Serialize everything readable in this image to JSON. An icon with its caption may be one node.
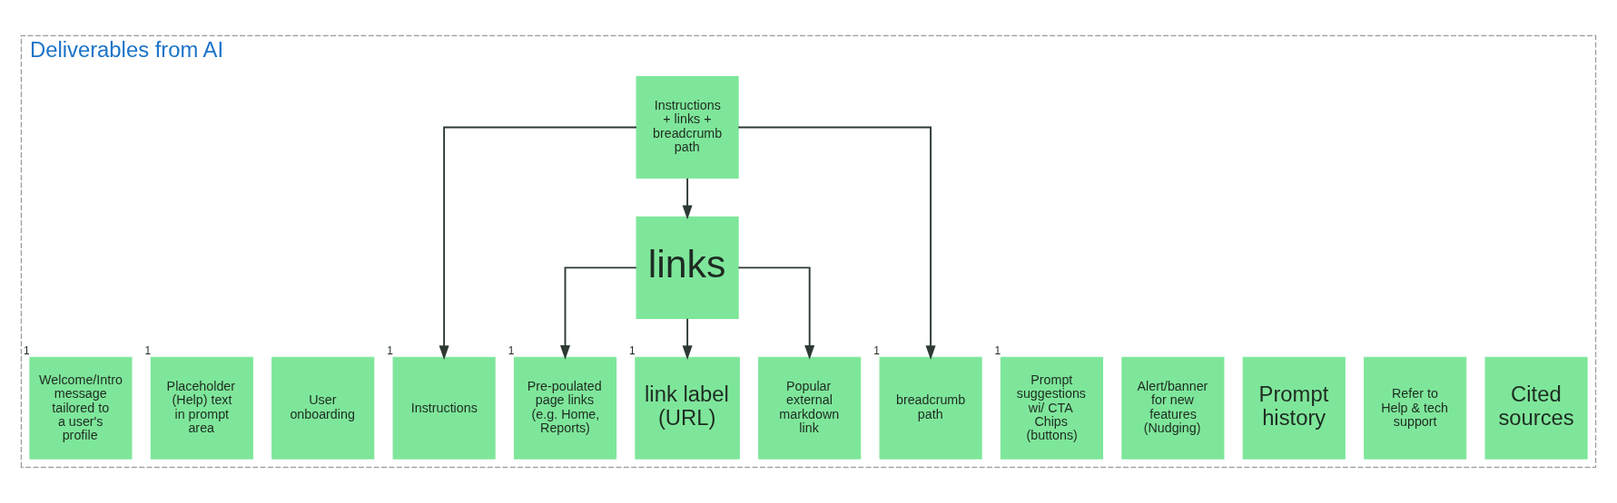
{
  "diagram": {
    "nodes": [
      {
        "text": [
          "Deliverables from AI"
        ]
      },
      {
        "text": [
          "Instructions + links + breadcrumb path"
        ],
        "in": 0
      },
      {
        "text": [
          "links"
        ],
        "in": 0
      },
      {
        "text": [
          "Welcome/Intro message tailored to a user's profile"
        ],
        "beside": [
          "1"
        ],
        "in": 0
      },
      {
        "text": [
          "Placeholder (Help) text in prompt area"
        ],
        "beside": [
          "1"
        ],
        "in": 0
      },
      {
        "text": [
          "User onboarding"
        ],
        "in": 0
      },
      {
        "text": [
          "Instructions"
        ],
        "beside": [
          "1"
        ],
        "in": 0
      },
      {
        "text": [
          "Pre-poulated page links (e.g. Home, Reports)"
        ],
        "beside": [
          "1"
        ],
        "in": 0
      },
      {
        "text": [
          "link label (URL)"
        ],
        "beside": [
          "1"
        ],
        "in": 0
      },
      {
        "text": [
          "Popular external markdown link"
        ],
        "in": 0
      },
      {
        "text": [
          "breadcrumb path"
        ],
        "beside": [
          "1"
        ],
        "in": 0
      },
      {
        "text": [
          "Prompt suggestions wi/ CTA Chips (buttons)"
        ],
        "beside": [
          "1"
        ],
        "in": 0
      },
      {
        "text": [
          "Alert/banner for new features (Nudging)"
        ],
        "in": 0
      },
      {
        "text": [
          "Prompt history"
        ],
        "in": 0
      },
      {
        "text": [
          "Refer to Help & tech support"
        ],
        "in": 0
      },
      {
        "text": [
          "Cited sources"
        ],
        "in": 0
      }
    ],
    "edges": [
      {
        "from": 1,
        "to": 6,
        "arrow": "to"
      },
      {
        "from": 1,
        "to": 2,
        "arrow": "to"
      },
      {
        "from": 1,
        "to": 10,
        "arrow": "to"
      },
      {
        "from": 2,
        "to": 7,
        "arrow": "to"
      },
      {
        "from": 2,
        "to": 8,
        "arrow": "to"
      },
      {
        "from": 2,
        "to": 9,
        "arrow": "to"
      }
    ]
  }
}
